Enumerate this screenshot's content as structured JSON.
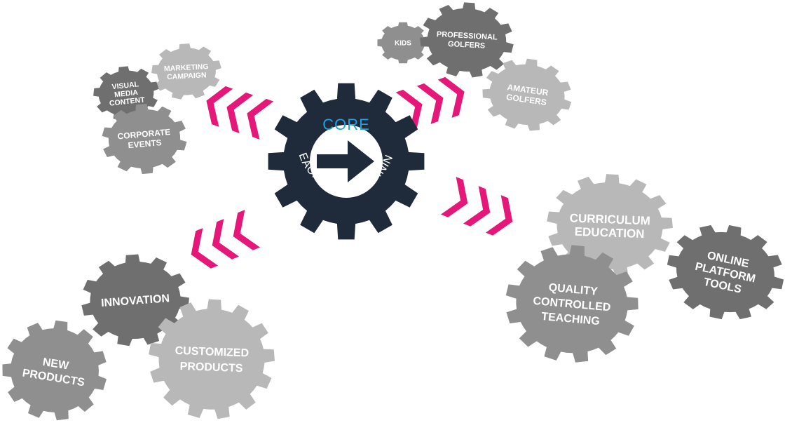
{
  "colors": {
    "core_gear": "#1f2a3a",
    "core_title": "#1fa3e0",
    "chevron": "#e5187a",
    "gear_dark": "#6f6f6f",
    "gear_mid": "#8f8f8f",
    "gear_light": "#b8b8b8",
    "gear_text": "#ffffff"
  },
  "core": {
    "title": "CORE",
    "subtitle": "TEACHING & LEARNING",
    "icon": "arrow-right-icon"
  },
  "gears": [
    {
      "id": "marketing-campaign",
      "lines": [
        "MARKETING",
        "CAMPAIGN"
      ],
      "shade": "light"
    },
    {
      "id": "visual-media-content",
      "lines": [
        "VISUAL",
        "MEDIA",
        "CONTENT"
      ],
      "shade": "dark"
    },
    {
      "id": "corporate-events",
      "lines": [
        "CORPORATE",
        "EVENTS"
      ],
      "shade": "mid"
    },
    {
      "id": "kids",
      "lines": [
        "KIDS"
      ],
      "shade": "mid"
    },
    {
      "id": "professional-golfers",
      "lines": [
        "PROFESSIONAL",
        "GOLFERS"
      ],
      "shade": "dark"
    },
    {
      "id": "amateur-golfers",
      "lines": [
        "AMATEUR",
        "GOLFERS"
      ],
      "shade": "light"
    },
    {
      "id": "curriculum-education",
      "lines": [
        "CURRICULUM",
        "EDUCATION"
      ],
      "shade": "light"
    },
    {
      "id": "online-platform-tools",
      "lines": [
        "ONLINE",
        "PLATFORM",
        "TOOLS"
      ],
      "shade": "dark"
    },
    {
      "id": "quality-controlled-teaching",
      "lines": [
        "QUALITY",
        "CONTROLLED",
        "TEACHING"
      ],
      "shade": "mid"
    },
    {
      "id": "innovation",
      "lines": [
        "INNOVATION"
      ],
      "shade": "dark"
    },
    {
      "id": "new-products",
      "lines": [
        "NEW",
        "PRODUCTS"
      ],
      "shade": "mid"
    },
    {
      "id": "customized-products",
      "lines": [
        "CUSTOMIZED",
        "PRODUCTS"
      ],
      "shade": "light"
    }
  ],
  "chevron_groups": [
    {
      "id": "upper-left",
      "direction": "up-left"
    },
    {
      "id": "upper-right",
      "direction": "up-right"
    },
    {
      "id": "lower-right",
      "direction": "down-right"
    },
    {
      "id": "lower-left",
      "direction": "down-left"
    }
  ]
}
